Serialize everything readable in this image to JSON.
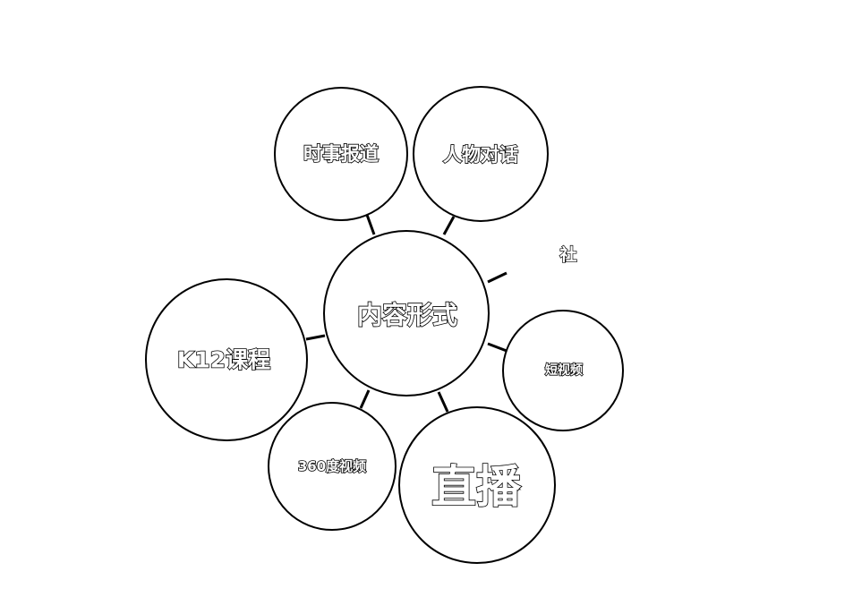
{
  "diagram": {
    "center": {
      "label": "内容形式"
    },
    "nodes": [
      {
        "id": "news",
        "label": "时事报道"
      },
      {
        "id": "dialogue",
        "label": "人物对话"
      },
      {
        "id": "k12",
        "label": "K12课程"
      },
      {
        "id": "vr360",
        "label": "360度视频"
      },
      {
        "id": "live",
        "label": "直播"
      },
      {
        "id": "short",
        "label": "短视频"
      }
    ],
    "stray_label": "社"
  },
  "colors": {
    "stroke": "#000000",
    "fill": "#ffffff"
  }
}
